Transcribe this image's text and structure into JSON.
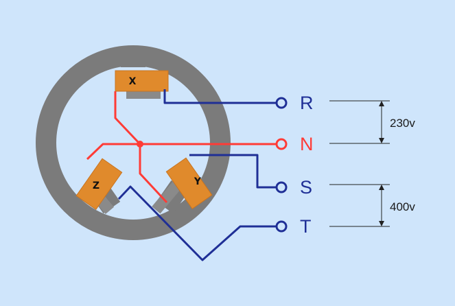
{
  "diagram": {
    "coils": {
      "x": "X",
      "y": "Y",
      "z": "Z"
    },
    "terminals": {
      "r": "R",
      "n": "N",
      "s": "S",
      "t": "T"
    },
    "voltages": {
      "phase_neutral": "230v",
      "phase_phase": "400v"
    },
    "colors": {
      "background": "#cfe5fb",
      "stator": "#7b7b7b",
      "coil": "#e08a2c",
      "pole": "#8a8a8a",
      "phase_wire": "#1f2f96",
      "neutral_wire": "#ff3b36",
      "dimension_line": "#222222"
    }
  }
}
